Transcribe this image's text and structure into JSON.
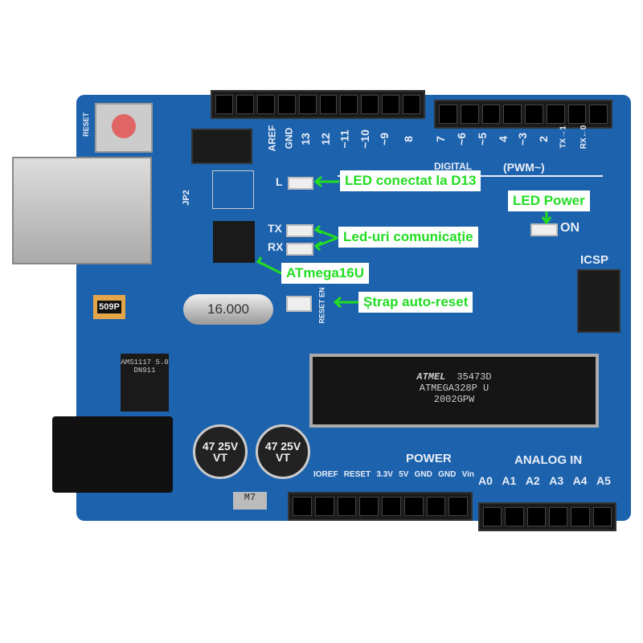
{
  "board": {
    "reset_label": "RESET",
    "digital_pins": [
      "AREF",
      "GND",
      "13",
      "12",
      "~11",
      "~10",
      "~9",
      "8",
      "7",
      "~6",
      "~5",
      "4",
      "~3",
      "2",
      "TX→1",
      "RX←0"
    ],
    "digital_label": "DIGITAL",
    "pwm_label": "(PWM~)",
    "power_pins": [
      "IOREF",
      "RESET",
      "3.3V",
      "5V",
      "GND",
      "GND",
      "Vin"
    ],
    "power_label": "POWER",
    "analog_pins": [
      "A0",
      "A1",
      "A2",
      "A3",
      "A4",
      "A5"
    ],
    "analog_label": "ANALOG IN",
    "led_l": "L",
    "led_tx": "TX",
    "led_rx": "RX",
    "on_label": "ON",
    "icsp_label": "ICSP",
    "jp2_label": "JP2",
    "reset_en_label": "RESET EN",
    "crystal_label": "16.000",
    "regulator_label": "AMS1117 5.0 DN911",
    "fuse_label": "509P",
    "diode_label": "M7",
    "cap_label": "47 25V VT",
    "main_chip": {
      "brand": "ATMEL",
      "code": "35473D",
      "model": "ATMEGA328P U",
      "date": "2002GPW"
    }
  },
  "annotations": {
    "led_d13": "LED conectat la D13",
    "led_power": "LED Power",
    "comm_leds": "Led-uri comunicație",
    "usb_chip": "ATmega16U",
    "auto_reset": "Ștrap auto-reset"
  },
  "colors": {
    "board": "#1d62ad",
    "annotation": "#22dd22"
  }
}
